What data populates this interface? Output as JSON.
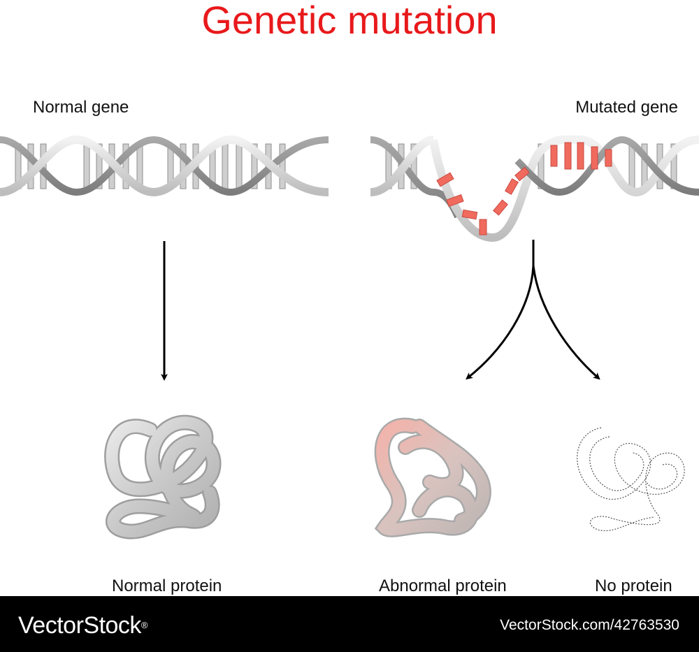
{
  "title": "Genetic mutation",
  "labels": {
    "normal_gene": "Normal gene",
    "mutated_gene": "Mutated gene",
    "normal_protein": "Normal protein",
    "abnormal_protein": "Abnormal protein",
    "no_protein": "No protein"
  },
  "footer": {
    "brand": "VectorStock",
    "registered_mark": "®",
    "stock_id": "VectorStock.com/42763530"
  },
  "colors": {
    "title": "#e8191b",
    "strand_light": "#d9d9d9",
    "strand_dark": "#8c8c8c",
    "mutation_base": "#f06a5e",
    "footer_bg": "#000000"
  }
}
